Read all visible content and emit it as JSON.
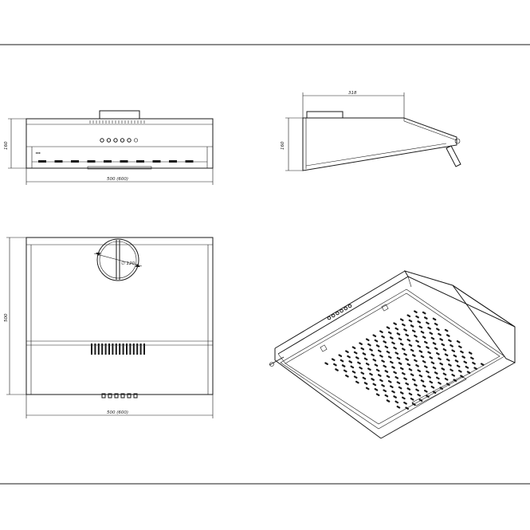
{
  "dimensions": {
    "front_height": "160",
    "front_width": "500 (600)",
    "side_depth": "318",
    "side_height": "160",
    "top_depth": "500",
    "top_width": "500 (600)",
    "duct_diameter": "∅ 120"
  },
  "colors": {
    "line": "#1a1a1a",
    "background": "#ffffff"
  }
}
